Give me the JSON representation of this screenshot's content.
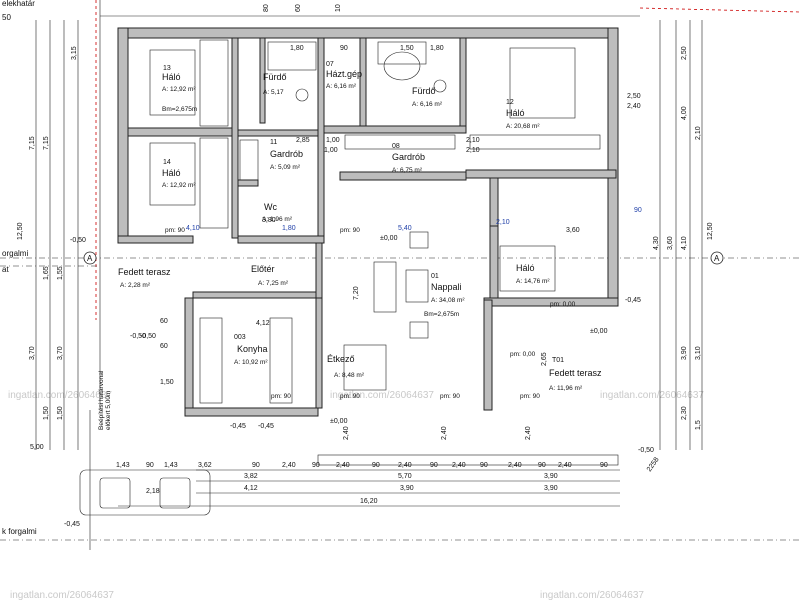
{
  "margin_texts": {
    "top_left": [
      "elekhatár",
      "50"
    ],
    "left_street_1": "orgalmi",
    "left_street_2": "at",
    "bottom_left": "k forgalmi",
    "setback": [
      "Beépítési határvonal",
      "előkert 5,00m"
    ]
  },
  "axis_labels": {
    "left": "A",
    "right": "A"
  },
  "rooms": [
    {
      "id": "r13",
      "num": "13",
      "name": "Háló",
      "area": "A: 12,92 m²",
      "extra": "Bm=2,675m"
    },
    {
      "id": "r14",
      "num": "14",
      "name": "Háló",
      "area": "A: 12,92 m²",
      "extra": ""
    },
    {
      "id": "r09",
      "num": "",
      "name": "Fürdő",
      "area": "A: 5,17",
      "extra": ""
    },
    {
      "id": "r07",
      "num": "07",
      "name": "Házt.gép",
      "area": "A: 6,16 m²",
      "extra": ""
    },
    {
      "id": "r06",
      "num": "",
      "name": "Fürdő",
      "area": "A: 6,16 m²",
      "extra": ""
    },
    {
      "id": "r12",
      "num": "12",
      "name": "Háló",
      "area": "A: 20,68 m²",
      "extra": ""
    },
    {
      "id": "r11",
      "num": "11",
      "name": "Gardrób",
      "area": "A: 5,09 m²",
      "extra": ""
    },
    {
      "id": "r08",
      "num": "08",
      "name": "Gardrób",
      "area": "A: 6,75 m²",
      "extra": ""
    },
    {
      "id": "r10",
      "num": "",
      "name": "Wc",
      "area": "A: 1,96 m²",
      "extra": ""
    },
    {
      "id": "r05",
      "num": "",
      "name": "Előtér",
      "area": "A: 7,25 m²",
      "extra": ""
    },
    {
      "id": "r01",
      "num": "01",
      "name": "Nappali",
      "area": "A: 34,08 m²",
      "extra": "Bm=2,675m"
    },
    {
      "id": "r15",
      "num": "",
      "name": "Háló",
      "area": "A: 14,76 m²",
      "extra": ""
    },
    {
      "id": "r02",
      "num": "",
      "name": "Fedett terasz",
      "area": "A: 2,28 m²",
      "extra": ""
    },
    {
      "id": "r03",
      "num": "003",
      "name": "Konyha",
      "area": "A: 10,92 m²",
      "extra": ""
    },
    {
      "id": "r04",
      "num": "",
      "name": "Étkező",
      "area": "A: 8,48 m²",
      "extra": ""
    },
    {
      "id": "rT01",
      "num": "T01",
      "name": "Fedett terasz",
      "area": "A: 11,96 m²",
      "extra": ""
    }
  ],
  "levels": {
    "floor": "±0,00",
    "terrace": "±0,00",
    "ground": "-0,45",
    "ground2": "-0,50"
  },
  "dims_bottom": {
    "row1": [
      "3,62",
      "90",
      "2,40",
      "90",
      "2,40",
      "90",
      "2,40",
      "90",
      "2,40",
      "90",
      "2,40",
      "90",
      "2,40",
      "90"
    ],
    "row2": [
      "3,82",
      "5,70",
      "3,90"
    ],
    "row3": [
      "4,12",
      "3,90",
      "3,90"
    ],
    "total": "16,20",
    "car": [
      "1,43",
      "90",
      "1,43",
      "2,18",
      "5,00"
    ]
  },
  "dims_right": [
    "2,50",
    "2,40",
    "4,00",
    "2,10",
    "2,50",
    "4,10",
    "4,30",
    "3,60",
    "12,50",
    "3,90",
    "3,10",
    "1,5",
    "2,30"
  ],
  "dims_left": [
    "7,15",
    "7,15",
    "3,70",
    "3,70",
    "12,50",
    "3,15",
    "1,50",
    "1,50",
    "1,65",
    "1,55"
  ],
  "dims_inner": [
    "1,00",
    "1,00",
    "2,10",
    "2,10",
    "2,10",
    "4,10",
    "5,40",
    "3,60",
    "4,12",
    "3,80",
    "1,80",
    "2,85",
    "7,20",
    "90",
    "60",
    "60",
    "2,40",
    "2,40",
    "2,40",
    "2,65",
    "1,50",
    "-0,45",
    "-0,50"
  ],
  "dims_top": [
    "80",
    "60",
    "10",
    "1,80",
    "1,80",
    "90",
    "1,50"
  ],
  "elevation": "2258",
  "pm_labels": [
    "pm: 90",
    "pm: 90",
    "pm: 90",
    "pm: 90",
    "pm: 90",
    "pm: 90",
    "pm: 0,00",
    "pm: 0,00"
  ],
  "watermarks": [
    "ingatlan.com/26064637",
    "ingatlan.com/26064637",
    "ingatlan.com/26064637",
    "ingatlan.com/26064637"
  ]
}
